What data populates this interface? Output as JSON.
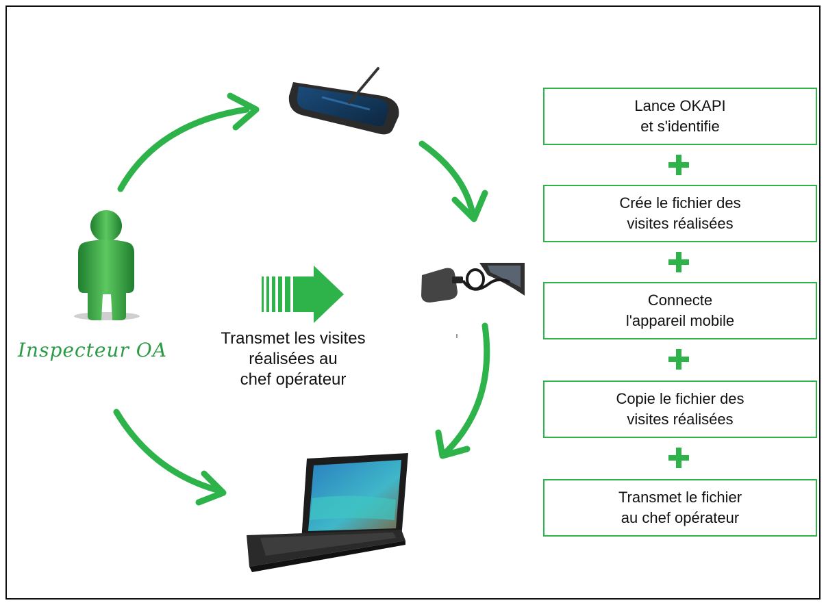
{
  "role_label": "Inspecteur OA",
  "center_caption": [
    "Transmet les visites",
    "réalisées au",
    "chef opérateur"
  ],
  "colors": {
    "accent_green": "#2db34a",
    "person_green": "#3aa34a"
  },
  "steps": [
    {
      "lines": [
        "Lance OKAPI",
        "et s'identifie"
      ]
    },
    {
      "lines": [
        "Crée le fichier des",
        "visites réalisées"
      ]
    },
    {
      "lines": [
        "Connecte",
        "l'appareil mobile"
      ]
    },
    {
      "lines": [
        "Copie le fichier des",
        "visites réalisées"
      ]
    },
    {
      "lines": [
        "Transmet le fichier",
        "au chef opérateur"
      ]
    }
  ],
  "icons": [
    "person-icon",
    "tablet-icon",
    "usb-connection-icon",
    "laptop-icon",
    "flow-arrow-icon"
  ]
}
